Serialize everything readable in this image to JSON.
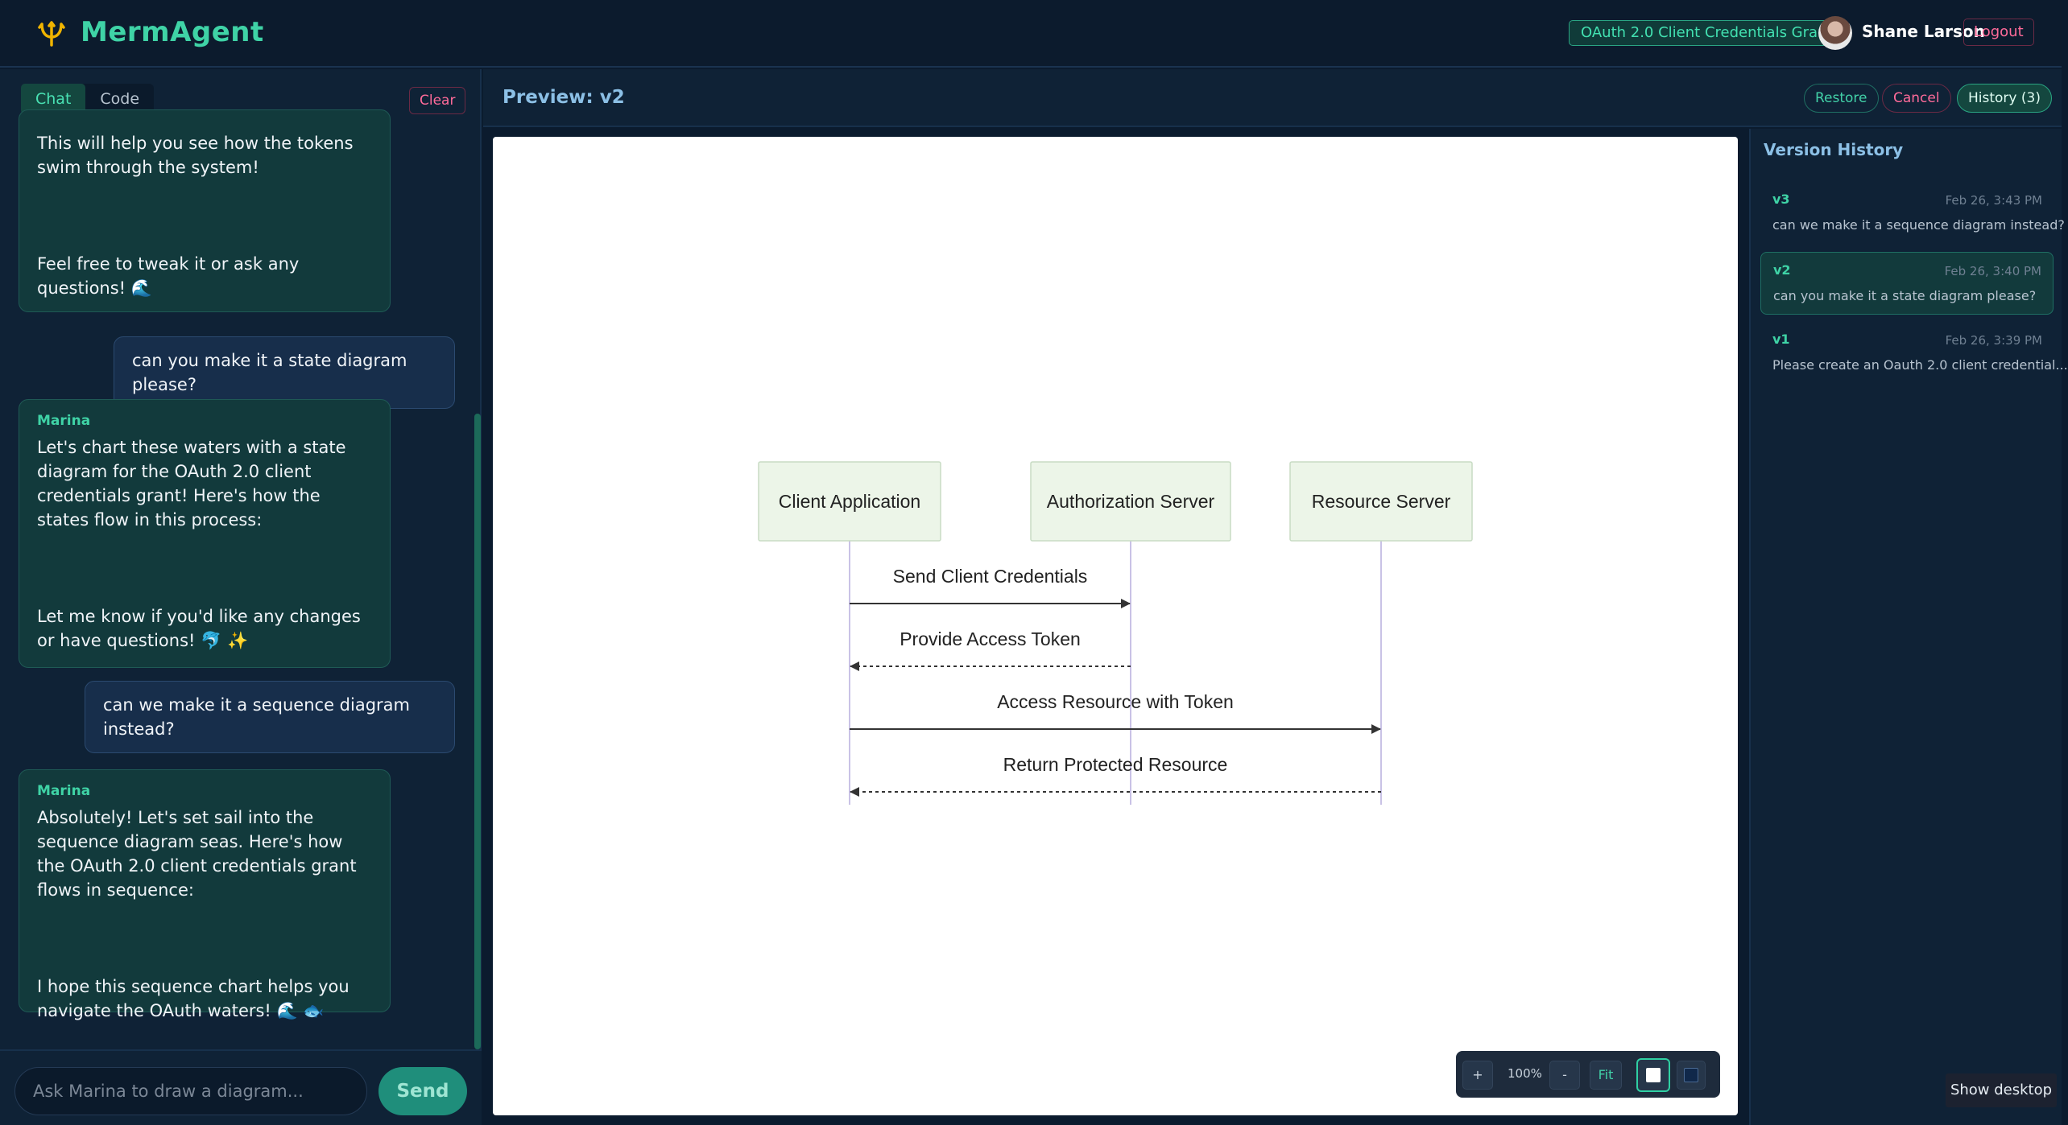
{
  "app": {
    "title": "MermAgent"
  },
  "header": {
    "grant_badge": "OAuth 2.0 Client Credentials Grant",
    "user_name": "Shane Larson",
    "logout_label": "Logout"
  },
  "left": {
    "tabs": [
      {
        "label": "Chat",
        "active": true
      },
      {
        "label": "Code",
        "active": false
      }
    ],
    "clear_label": "Clear",
    "messages": [
      {
        "role": "bot",
        "sender": "",
        "text": "This will help you see how the tokens swim through the system!\n\n\n\nFeel free to tweak it or ask any questions! 🌊"
      },
      {
        "role": "user",
        "text": "can you make it a state diagram please?"
      },
      {
        "role": "bot",
        "sender": "Marina",
        "text": "Let's chart these waters with a state diagram for the OAuth 2.0 client credentials grant! Here's how the states flow in this process:\n\n\n\nLet me know if you'd like any changes or have questions! 🐬 ✨"
      },
      {
        "role": "user",
        "text": "can we make it a sequence diagram instead?"
      },
      {
        "role": "bot",
        "sender": "Marina",
        "text": "Absolutely! Let's set sail into the sequence diagram seas. Here's how the OAuth 2.0 client credentials grant flows in sequence:\n\n\n\nI hope this sequence chart helps you navigate the OAuth waters! 🌊 🐟"
      }
    ],
    "input_placeholder": "Ask Marina to draw a diagram...",
    "send_label": "Send"
  },
  "preview": {
    "title": "Preview: v2",
    "restore_label": "Restore",
    "cancel_label": "Cancel",
    "history_label": "History (3)",
    "zoom": {
      "plus": "+",
      "level": "100%",
      "minus": "-",
      "fit": "Fit"
    },
    "diagram": {
      "participants": [
        "Client Application",
        "Authorization Server",
        "Resource Server"
      ],
      "messages": [
        {
          "from": 0,
          "to": 1,
          "label": "Send Client Credentials",
          "style": "solid"
        },
        {
          "from": 1,
          "to": 0,
          "label": "Provide Access Token",
          "style": "dashed"
        },
        {
          "from": 0,
          "to": 2,
          "label": "Access Resource with Token",
          "style": "solid"
        },
        {
          "from": 2,
          "to": 0,
          "label": "Return Protected Resource",
          "style": "dashed"
        }
      ]
    }
  },
  "history": {
    "title": "Version History",
    "versions": [
      {
        "name": "v3",
        "date": "Feb 26, 3:43 PM",
        "desc": "can we make it a sequence diagram instead?",
        "selected": false
      },
      {
        "name": "v2",
        "date": "Feb 26, 3:40 PM",
        "desc": "can you make it a state diagram please?",
        "selected": true
      },
      {
        "name": "v1",
        "date": "Feb 26, 3:39 PM",
        "desc": "Please create an Oauth 2.0 client credential...",
        "selected": false
      }
    ]
  },
  "taskbar": {
    "show_desktop": "Show desktop"
  },
  "colors": {
    "accent": "#3fd3a6",
    "danger": "#ff6b9a",
    "background": "#0b1b2e",
    "actor_fill": "#ecf5e8"
  }
}
